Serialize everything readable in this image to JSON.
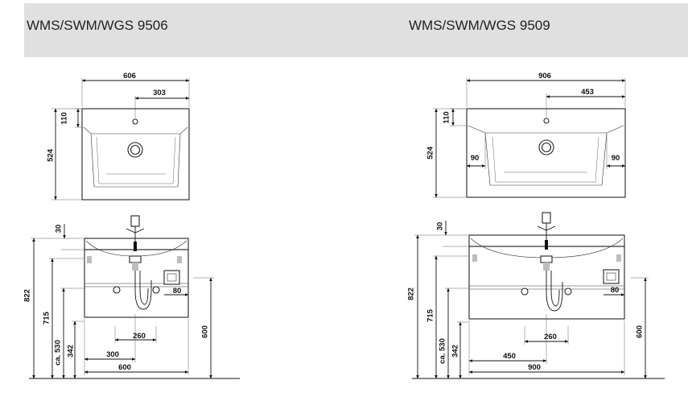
{
  "header": {
    "title_left": "WMS/SWM/WGS 9506",
    "title_right": "WMS/SWM/WGS 9509",
    "background": "#e0e0e0"
  },
  "left": {
    "top_view": {
      "width": "606",
      "half_width": "303",
      "depth_front": "110",
      "depth": "524"
    },
    "front_view": {
      "top_thickness": "30",
      "height_total": "822",
      "height_715": "715",
      "height_ca530": "ca. 530",
      "height_342": "342",
      "height_600": "600",
      "width_260": "260",
      "width_300": "300",
      "width_600": "600",
      "outlet_80": "80"
    }
  },
  "right": {
    "top_view": {
      "width": "906",
      "half_width": "453",
      "depth_front": "110",
      "depth": "524",
      "side_left": "90",
      "side_right": "90"
    },
    "front_view": {
      "top_thickness": "30",
      "height_total": "822",
      "height_715": "715",
      "height_ca530": "ca. 530",
      "height_342": "342",
      "height_600": "600",
      "width_260": "260",
      "width_450": "450",
      "width_900": "900",
      "outlet_80": "80"
    }
  }
}
